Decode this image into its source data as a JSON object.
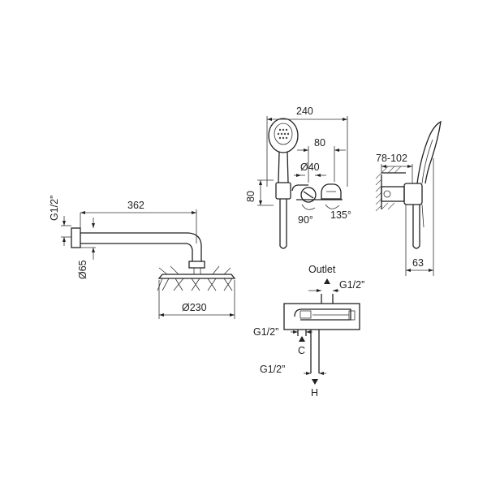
{
  "shower_arm": {
    "length_label": "362",
    "thread_label": "G1/2”",
    "flange_label": "Ø65",
    "head_label": "Ø230"
  },
  "hand_shower": {
    "width_label": "240",
    "spacing_label": "80",
    "knob_label": "Ø40",
    "height_label": "80",
    "angle_left_label": "90°",
    "angle_right_label": "135°"
  },
  "side_view": {
    "depth_label": "78-102",
    "bottom_label": "63"
  },
  "valve_body": {
    "outlet_label": "Outlet",
    "outlet_thread_label": "G1/2”",
    "cold_thread_label": "G1/2”",
    "cold_label": "C",
    "hot_thread_label": "G1/2”",
    "hot_label": "H"
  }
}
